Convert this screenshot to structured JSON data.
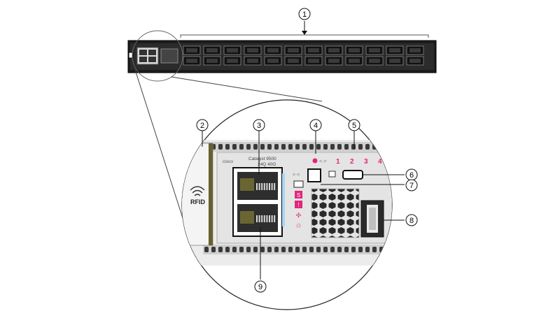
{
  "callouts": [
    "1",
    "2",
    "3",
    "4",
    "5",
    "6",
    "7",
    "8",
    "9"
  ],
  "model_text": {
    "brand": "cisco",
    "model": "Catalyst 9500",
    "variant": "24Q 40G"
  },
  "rfid_label": "RFID",
  "port_leds": [
    "1",
    "2",
    "3",
    "4"
  ],
  "led_glyphs": [
    "S",
    "!",
    "✣",
    "♲"
  ],
  "colors": {
    "accent_magenta": "#e3257b",
    "chassis_dark": "#1c1c1c",
    "bezel_olive": "#66602f",
    "usb_blue": "#a9d7f1",
    "line": "#111111"
  },
  "icons": [
    "rfid-icon",
    "console-port-icon",
    "usb-port-icon",
    "beacon-led-icon",
    "fan-grille-icon"
  ]
}
